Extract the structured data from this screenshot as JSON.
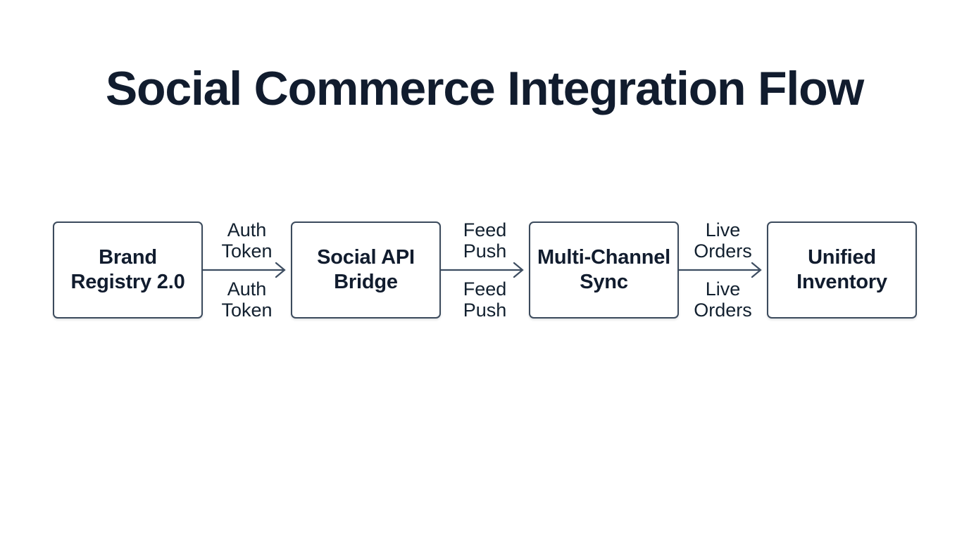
{
  "diagram": {
    "title": "Social Commerce Integration Flow",
    "type": "flowchart",
    "orientation": "left-to-right",
    "background_color": "#ffffff",
    "node_border_color": "#3b4a5c",
    "node_text_color": "#111c2e",
    "edge_color": "#3d4d61",
    "title_color": "#111c2e",
    "nodes": [
      {
        "id": "brand-registry",
        "label": "Brand\nRegistry 2.0"
      },
      {
        "id": "social-api-bridge",
        "label": "Social API\nBridge"
      },
      {
        "id": "multi-channel-sync",
        "label": "Multi-Channel\nSync"
      },
      {
        "id": "unified-inventory",
        "label": "Unified\nInventory"
      }
    ],
    "edges": [
      {
        "id": "edge-auth-token",
        "from": "brand-registry",
        "to": "social-api-bridge",
        "label_top": "Auth\nToken",
        "label_bottom": "Auth\nToken",
        "arrowhead": "open-v"
      },
      {
        "id": "edge-feed-push",
        "from": "social-api-bridge",
        "to": "multi-channel-sync",
        "label_top": "Feed\nPush",
        "label_bottom": "Feed\nPush",
        "arrowhead": "open-v"
      },
      {
        "id": "edge-live-orders",
        "from": "multi-channel-sync",
        "to": "unified-inventory",
        "label_top": "Live\nOrders",
        "label_bottom": "Live\nOrders",
        "arrowhead": "open-v"
      }
    ]
  }
}
